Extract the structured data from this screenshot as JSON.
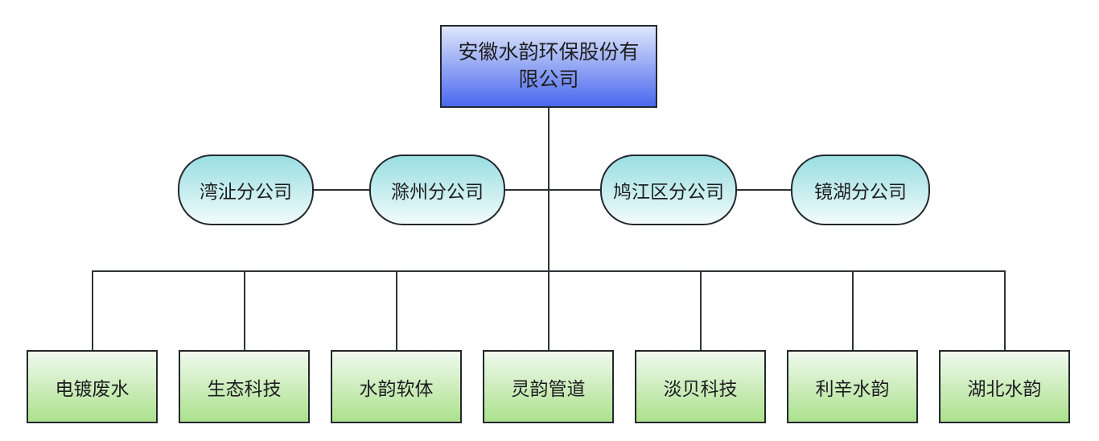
{
  "diagram": {
    "type": "org-chart",
    "root": {
      "label": "安徽水韵环保股份有限公司"
    },
    "branches": [
      {
        "label": "湾沚分公司"
      },
      {
        "label": "滁州分公司"
      },
      {
        "label": "鸠江区分公司"
      },
      {
        "label": "镜湖分公司"
      }
    ],
    "subsidiaries": [
      {
        "label": "电镀废水"
      },
      {
        "label": "生态科技"
      },
      {
        "label": "水韵软体"
      },
      {
        "label": "灵韵管道"
      },
      {
        "label": "淡贝科技"
      },
      {
        "label": "利辛水韵"
      },
      {
        "label": "湖北水韵"
      }
    ],
    "colors": {
      "root_gradient_top": "#dee6fb",
      "root_gradient_bottom": "#4a68ee",
      "branch_gradient_top": "#99dee2",
      "branch_gradient_bottom": "#f2fbfa",
      "subsidiary_gradient_top": "#f1f9ee",
      "subsidiary_gradient_bottom": "#abe18d",
      "node_border": "#23282e",
      "connector_line": "#2e3337",
      "text": "#1d1e20",
      "background": "#ffffff"
    }
  }
}
